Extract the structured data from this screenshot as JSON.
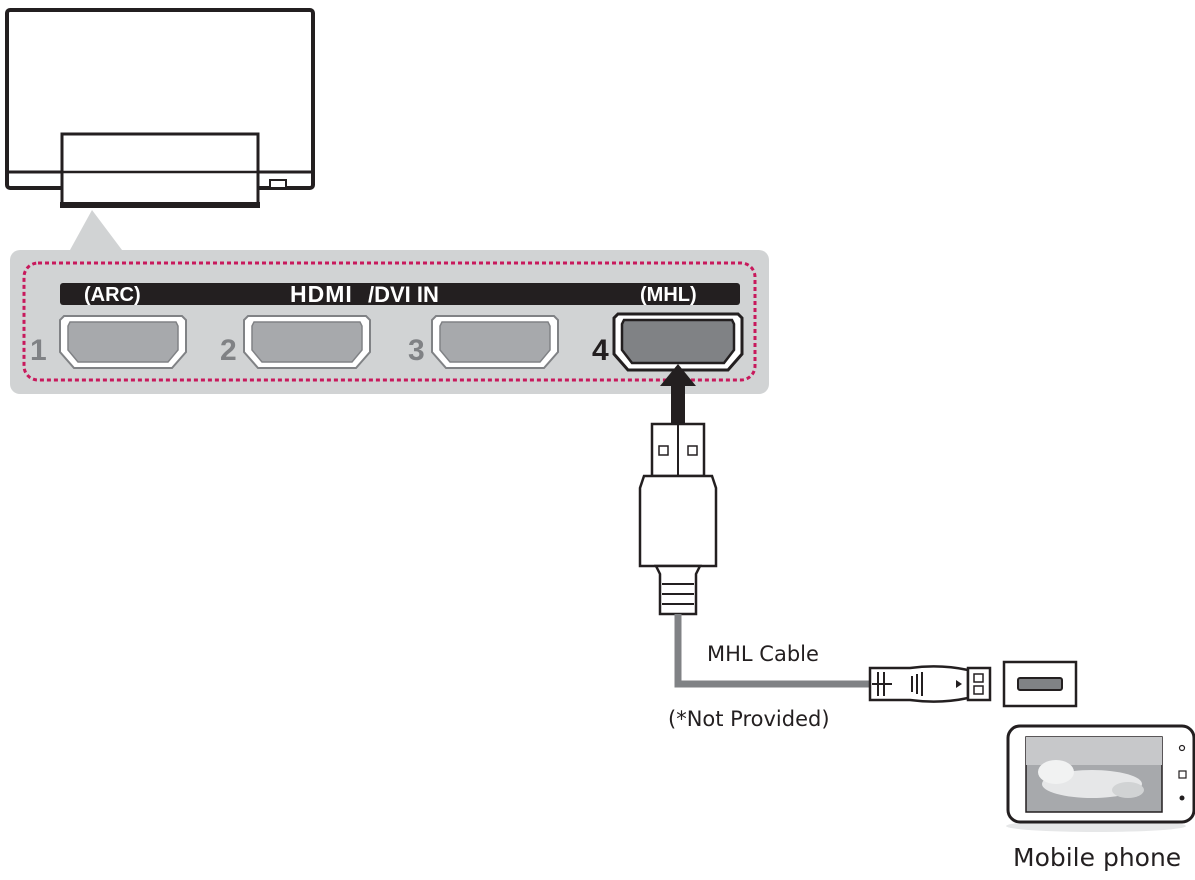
{
  "panel": {
    "port_labels": {
      "arc": "(ARC)",
      "hdmi_logo": "HDMI",
      "dvi_in": "/DVI IN",
      "mhl": "(MHL)"
    },
    "ports": [
      {
        "number": "1",
        "active": false
      },
      {
        "number": "2",
        "active": false
      },
      {
        "number": "3",
        "active": false
      },
      {
        "number": "4",
        "active": true
      }
    ]
  },
  "cable": {
    "label": "MHL Cable",
    "note": "(*Not Provided)"
  },
  "device": {
    "label": "Mobile phone"
  },
  "colors": {
    "highlight_border": "#c8195c",
    "panel_bg": "#d1d3d4",
    "cable": "#808285",
    "active_port": "#808285",
    "inactive_port": "#a7a9ac"
  }
}
